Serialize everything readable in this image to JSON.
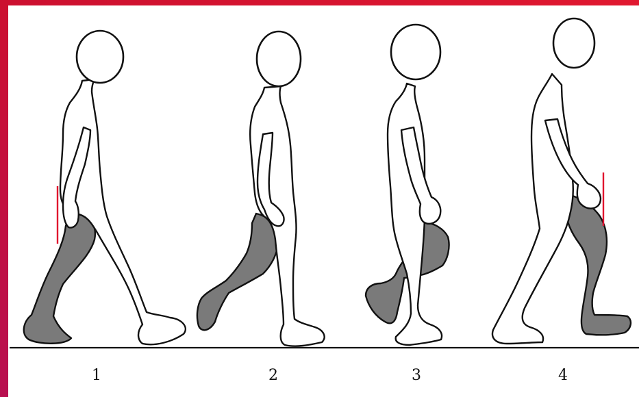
{
  "colors": {
    "frame": "#cc1030",
    "marker": "#e0102e",
    "shaded_leg": "#7a7a7a",
    "outline": "#111111",
    "background": "#ffffff"
  },
  "stages": [
    {
      "label": "1",
      "has_marker": true
    },
    {
      "label": "2",
      "has_marker": false
    },
    {
      "label": "3",
      "has_marker": false
    },
    {
      "label": "4",
      "has_marker": true
    }
  ]
}
